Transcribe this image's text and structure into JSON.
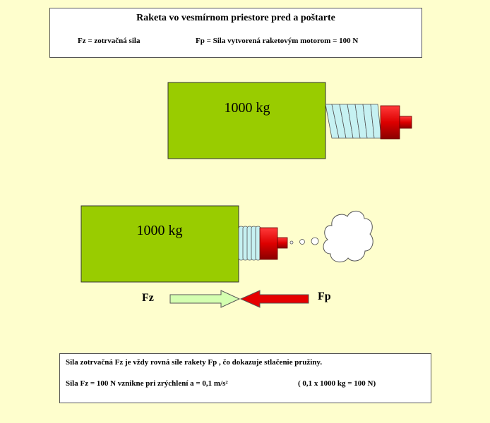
{
  "header": {
    "title": "Raketa vo vesmírnom priestore pred a poštarte",
    "fz_definition": "Fz = zotrvačná sila",
    "fp_definition": "Fp = Sila vytvorená raketovým motorom = 100 N"
  },
  "scene_before": {
    "mass_label": "1000 kg",
    "colors": {
      "block": "#99cc00",
      "spring": "#c6f1f2",
      "engine": "#dd0000"
    }
  },
  "scene_after": {
    "mass_label": "1000 kg",
    "force_left_label": "Fz",
    "force_right_label": "Fp",
    "colors": {
      "arrow_left": "#d4ffb0",
      "arrow_right": "#e60000"
    }
  },
  "note": {
    "line1": "Sila zotrvačná Fz je vždy rovná síle rakety Fp , čo dokazuje stlačenie pružiny.",
    "line2": "Sila Fz = 100 N vznikne pri zrýchlení  a = 0,1 m/s²",
    "line3": "( 0,1 x 1000 kg = 100 N)"
  }
}
